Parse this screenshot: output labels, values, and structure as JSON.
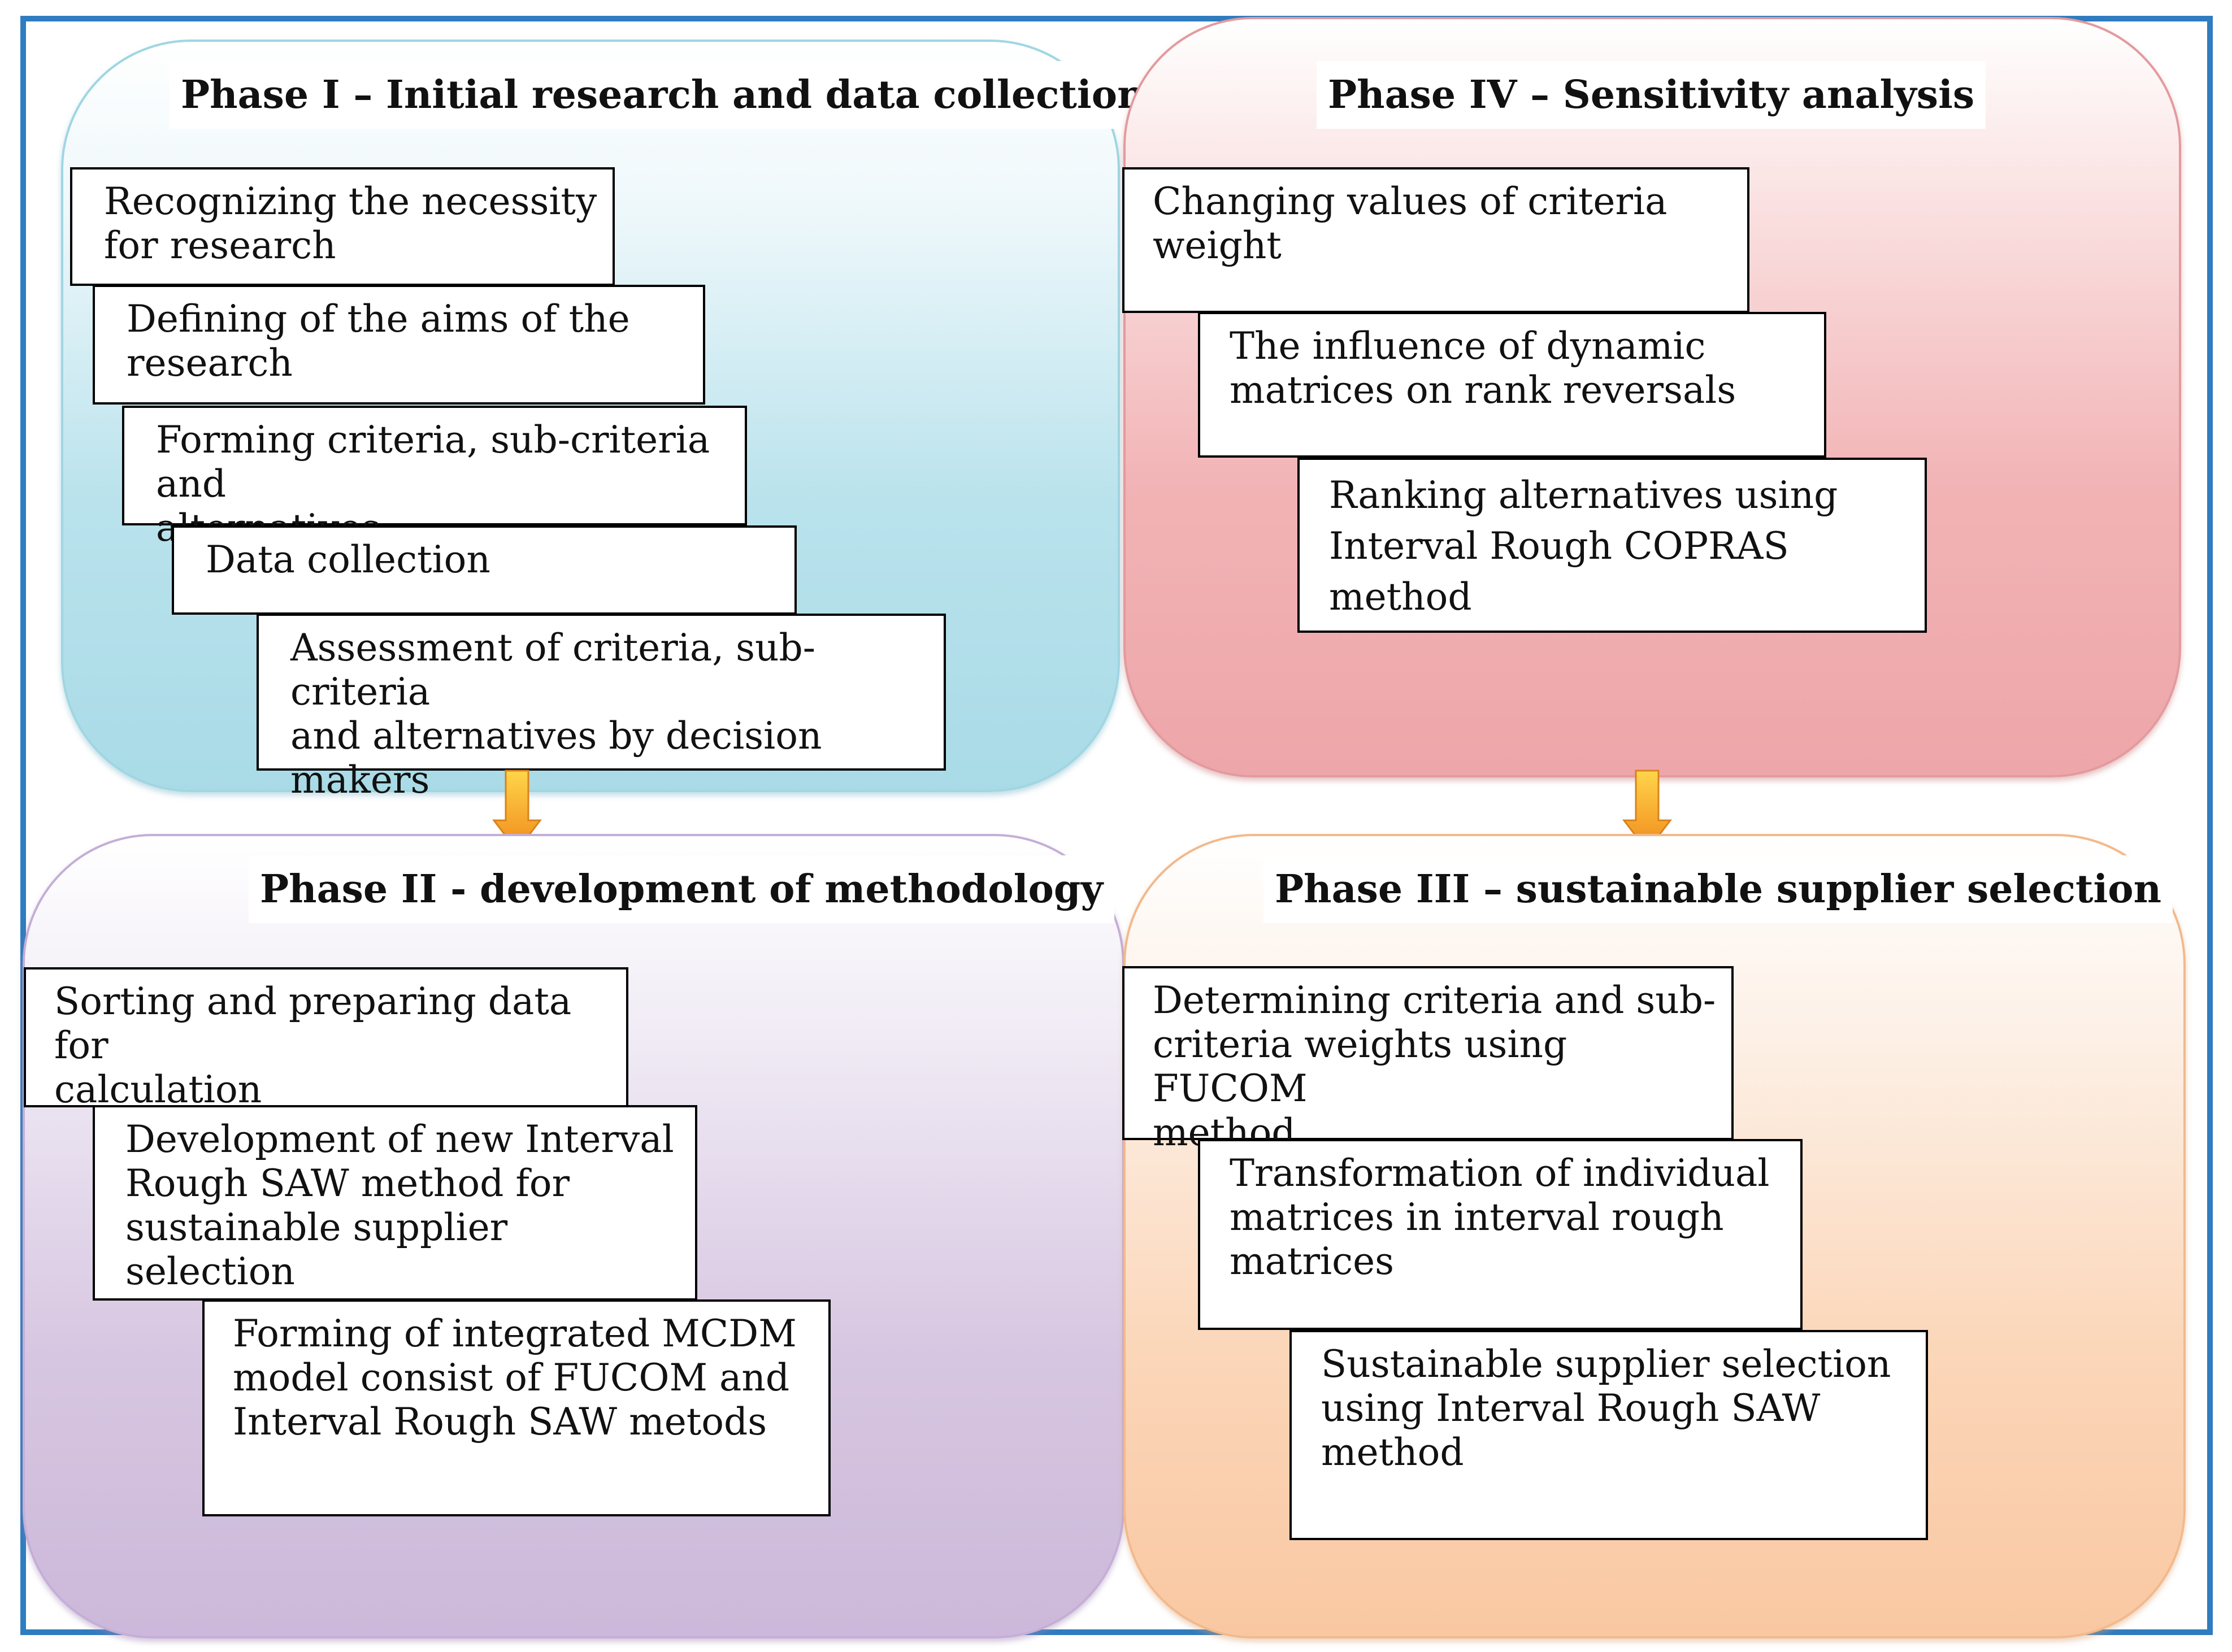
{
  "phases": {
    "phase1": {
      "title": "Phase I – Initial research and data collection",
      "steps": [
        "Recognizing the necessity\nfor research",
        "Defining of the aims of the\nresearch",
        "Forming criteria, sub-criteria and\nalternatives",
        "Data collection",
        "Assessment of criteria, sub-criteria\nand alternatives by decision makers"
      ]
    },
    "phase2": {
      "title": "Phase II - development of methodology",
      "steps": [
        "Sorting and preparing data for\ncalculation",
        "Development of new Interval\nRough SAW method for\nsustainable supplier selection",
        "Forming of integrated MCDM\nmodel consist of FUCOM and\nInterval Rough SAW metods"
      ]
    },
    "phase3": {
      "title": "Phase III – sustainable supplier selection",
      "steps": [
        "Determining criteria and sub-\ncriteria weights using FUCOM\nmethod",
        "Transformation of individual\nmatrices in interval rough\nmatrices",
        "Sustainable supplier selection\nusing Interval Rough SAW\nmethod"
      ]
    },
    "phase4": {
      "title": "Phase IV – Sensitivity analysis",
      "steps": [
        "Changing values of criteria\nweight",
        "The influence of dynamic\nmatrices on rank reversals",
        "Ranking alternatives using\nInterval Rough COPRAS method"
      ]
    }
  },
  "colors": {
    "frame": "#2f7cc0",
    "phase1": "#a9dbe7",
    "phase2": "#ccb8da",
    "phase3": "#f9c8a2",
    "phase4": "#eda6a9",
    "arrow": "#f5a623"
  }
}
